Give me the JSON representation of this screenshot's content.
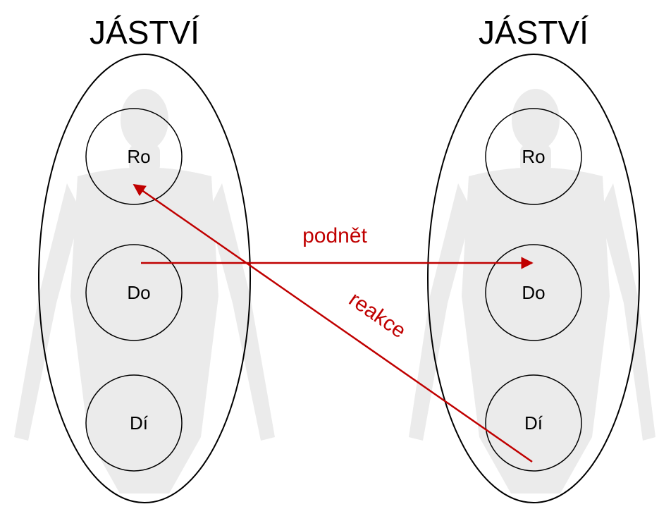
{
  "diagram": {
    "left": {
      "title": "JÁSTVÍ",
      "states": {
        "top": "Ro",
        "middle": "Do",
        "bottom": "Dí"
      }
    },
    "right": {
      "title": "JÁSTVÍ",
      "states": {
        "top": "Ro",
        "middle": "Do",
        "bottom": "Dí"
      }
    },
    "arrows": {
      "stimulus": {
        "label": "podnět",
        "color": "#c00000"
      },
      "response": {
        "label": "reakce",
        "color": "#c00000"
      }
    },
    "background_icon": "human-body-silhouette"
  }
}
